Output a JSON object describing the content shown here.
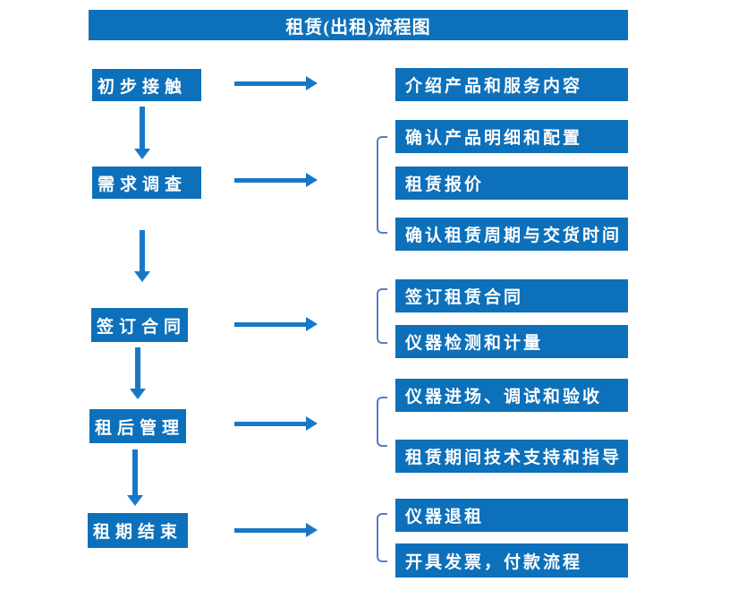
{
  "title": "租赁(出租)流程图",
  "colors": {
    "primary": "#0d70ba",
    "arrow": "#1878c8",
    "bracket": "#4f81bd",
    "text": "#ffffff",
    "background": "#ffffff"
  },
  "stages": [
    {
      "label": "初步接触",
      "details": [
        "介绍产品和服务内容"
      ]
    },
    {
      "label": "需求调查",
      "details": [
        "确认产品明细和配置",
        "租赁报价",
        "确认租赁周期与交货时间"
      ]
    },
    {
      "label": "签订合同",
      "details": [
        "签订租赁合同",
        "仪器检测和计量"
      ]
    },
    {
      "label": "租后管理",
      "details": [
        "仪器进场、调试和验收",
        "租赁期间技术支持和指导"
      ]
    },
    {
      "label": "租期结束",
      "details": [
        "仪器退租",
        "开具发票，付款流程"
      ]
    }
  ]
}
